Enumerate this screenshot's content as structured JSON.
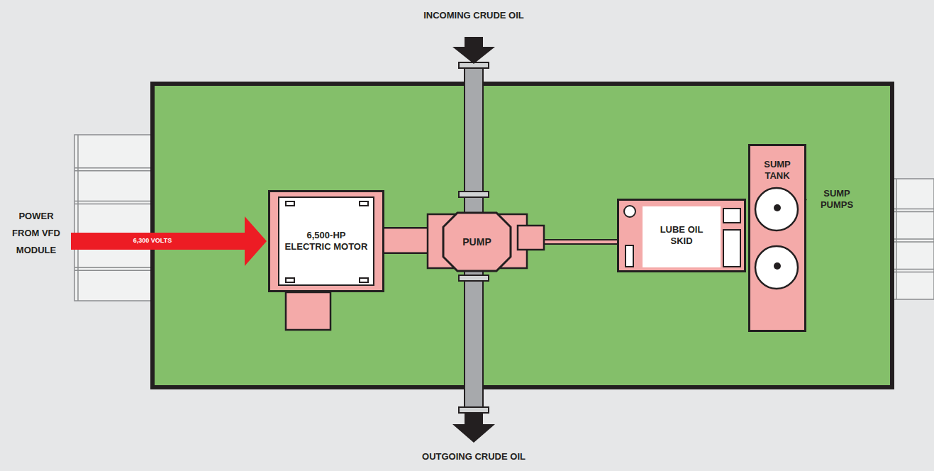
{
  "diagram": {
    "nodes": [
      {
        "text": [
          "6,500-HP ELECTRIC MOTOR"
        ]
      },
      {
        "text": [
          "PUMP"
        ]
      },
      {
        "text": [
          "LUBE OIL SKID"
        ]
      },
      {
        "text": [
          "SUMP TANK"
        ]
      }
    ],
    "edges": [
      {
        "from": 0,
        "to": 1,
        "arrow": "none"
      },
      {
        "from": 1,
        "to": 2,
        "arrow": "none"
      }
    ],
    "labels": [
      "INCOMING CRUDE OIL",
      "OUTGOING CRUDE OIL",
      "POWER FROM VFD MODULE",
      "6,300 VOLTS",
      "SUMP PUMPS"
    ]
  }
}
